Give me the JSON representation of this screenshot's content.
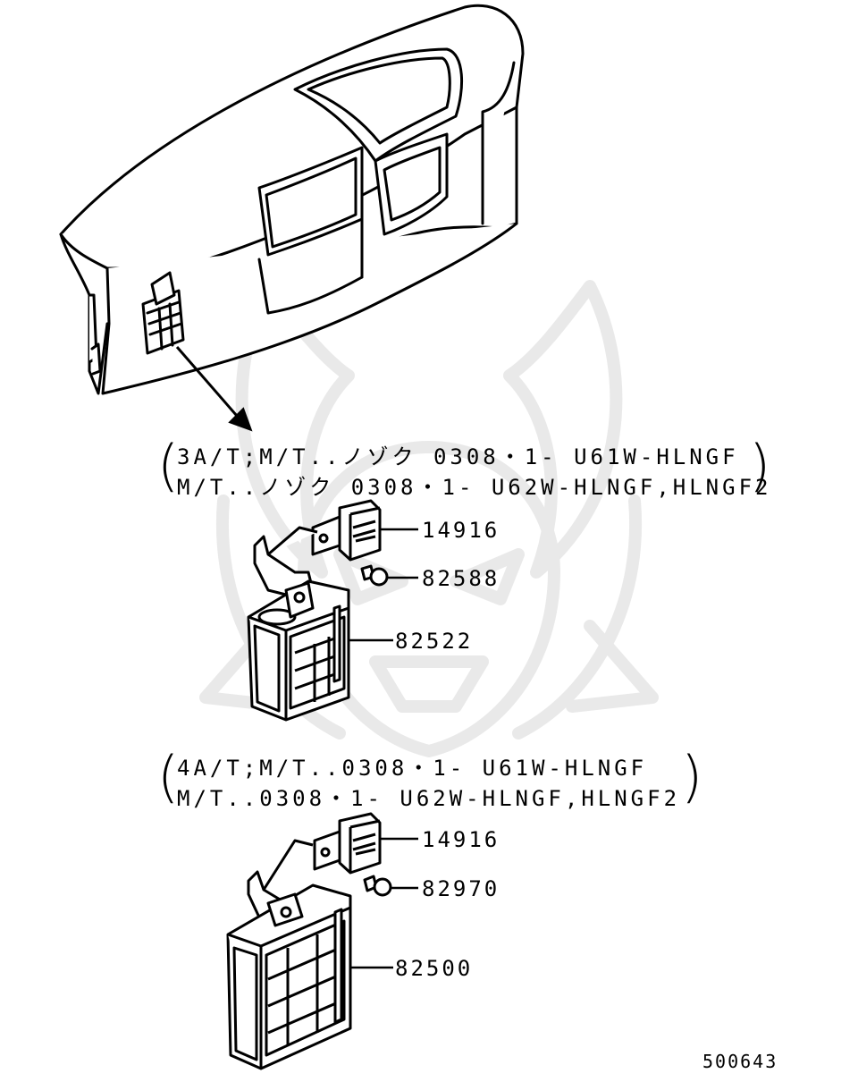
{
  "watermark": {
    "name": "samurai-mask",
    "color": "#e9e9e9"
  },
  "line_color": "#000000",
  "groups": [
    {
      "condition_lines": [
        "3A/T;M/T..ノゾク 0308・1- U61W-HLNGF",
        "M/T..ノゾク 0308・1- U62W-HLNGF,HLNGF2"
      ],
      "parts": [
        {
          "number": "14916",
          "icon": "relay-icon"
        },
        {
          "number": "82588",
          "icon": "bolt-icon"
        },
        {
          "number": "82522",
          "icon": "control-unit-icon"
        }
      ]
    },
    {
      "condition_lines": [
        "4A/T;M/T..0308・1- U61W-HLNGF",
        "M/T..0308・1- U62W-HLNGF,HLNGF2"
      ],
      "parts": [
        {
          "number": "14916",
          "icon": "relay-icon"
        },
        {
          "number": "82970",
          "icon": "bolt-icon"
        },
        {
          "number": "82500",
          "icon": "control-unit-icon"
        }
      ]
    }
  ],
  "diagram_number": "500643"
}
